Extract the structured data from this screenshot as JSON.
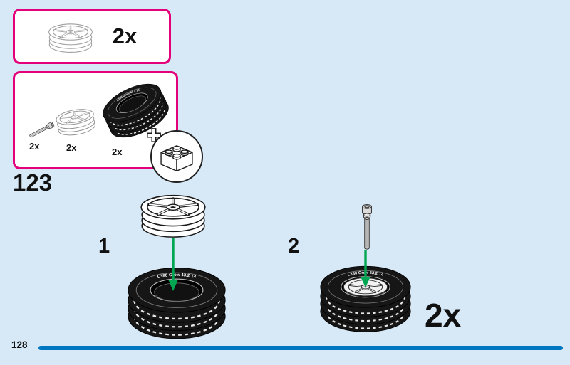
{
  "page": {
    "number": "128"
  },
  "colors": {
    "background": "#d7e8f6",
    "callout_border": "#e4007b",
    "footer_bar": "#0077c0",
    "arrow": "#00a651"
  },
  "top_callout": {
    "count": "2x"
  },
  "parts_callout": {
    "axle_pin_count": "2x",
    "wheel_hub_count": "2x",
    "tire_count": "2x",
    "step_ref": "123"
  },
  "steps": {
    "step1": {
      "number": "1"
    },
    "step2": {
      "number": "2",
      "count": "2x"
    }
  },
  "tire_marking": "L380 Grow 43.2 14",
  "icons": {
    "plus_badge": "plus",
    "brick": "brick-2x2",
    "wheel_hub": "wheel-hub",
    "tire": "tire",
    "axle_pin": "axle-pin",
    "arrow": "green-down-arrow"
  }
}
